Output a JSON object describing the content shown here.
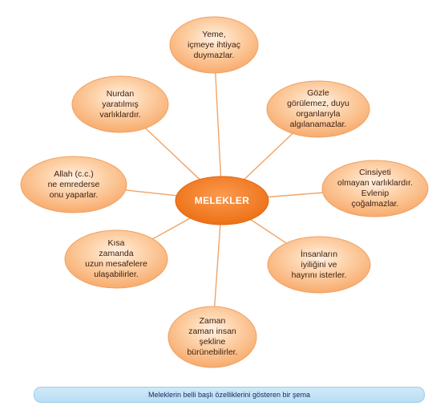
{
  "center": {
    "label": "MELEKLER"
  },
  "nodes": [
    {
      "id": "top",
      "text": "Yeme,\niçmeye ihtiyaç\nduymazlar."
    },
    {
      "id": "top-right",
      "text": "Gözle\ngörülemez, duyu\norganlarıyla\nalgılanamazlar."
    },
    {
      "id": "right",
      "text": "Cinsiyeti\nolmayan varlıklardır.\nEvlenip\nçoğalmazlar."
    },
    {
      "id": "bottom-right",
      "text": "İnsanların\niyiliğini ve\nhayrını isterler."
    },
    {
      "id": "bottom",
      "text": "Zaman\nzaman insan\nşekline\nbürünebilirler."
    },
    {
      "id": "bottom-left",
      "text": "Kısa\nzamanda\nuzun mesafelere\nulaşabilirler."
    },
    {
      "id": "left",
      "text": "Allah (c.c.)\nne emrederse\nonu yaparlar."
    },
    {
      "id": "top-left",
      "text": "Nurdan\nyaratılmış\nvarlıklardır."
    }
  ],
  "caption": "Meleklerin belli başlı özelliklerini gösteren bir şema",
  "colors": {
    "node_fill": "#fbc08c",
    "node_edge": "#f0a062",
    "center_fill": "#f57d24",
    "connector": "#f0a468",
    "caption_bg": "#c4e3f5"
  }
}
